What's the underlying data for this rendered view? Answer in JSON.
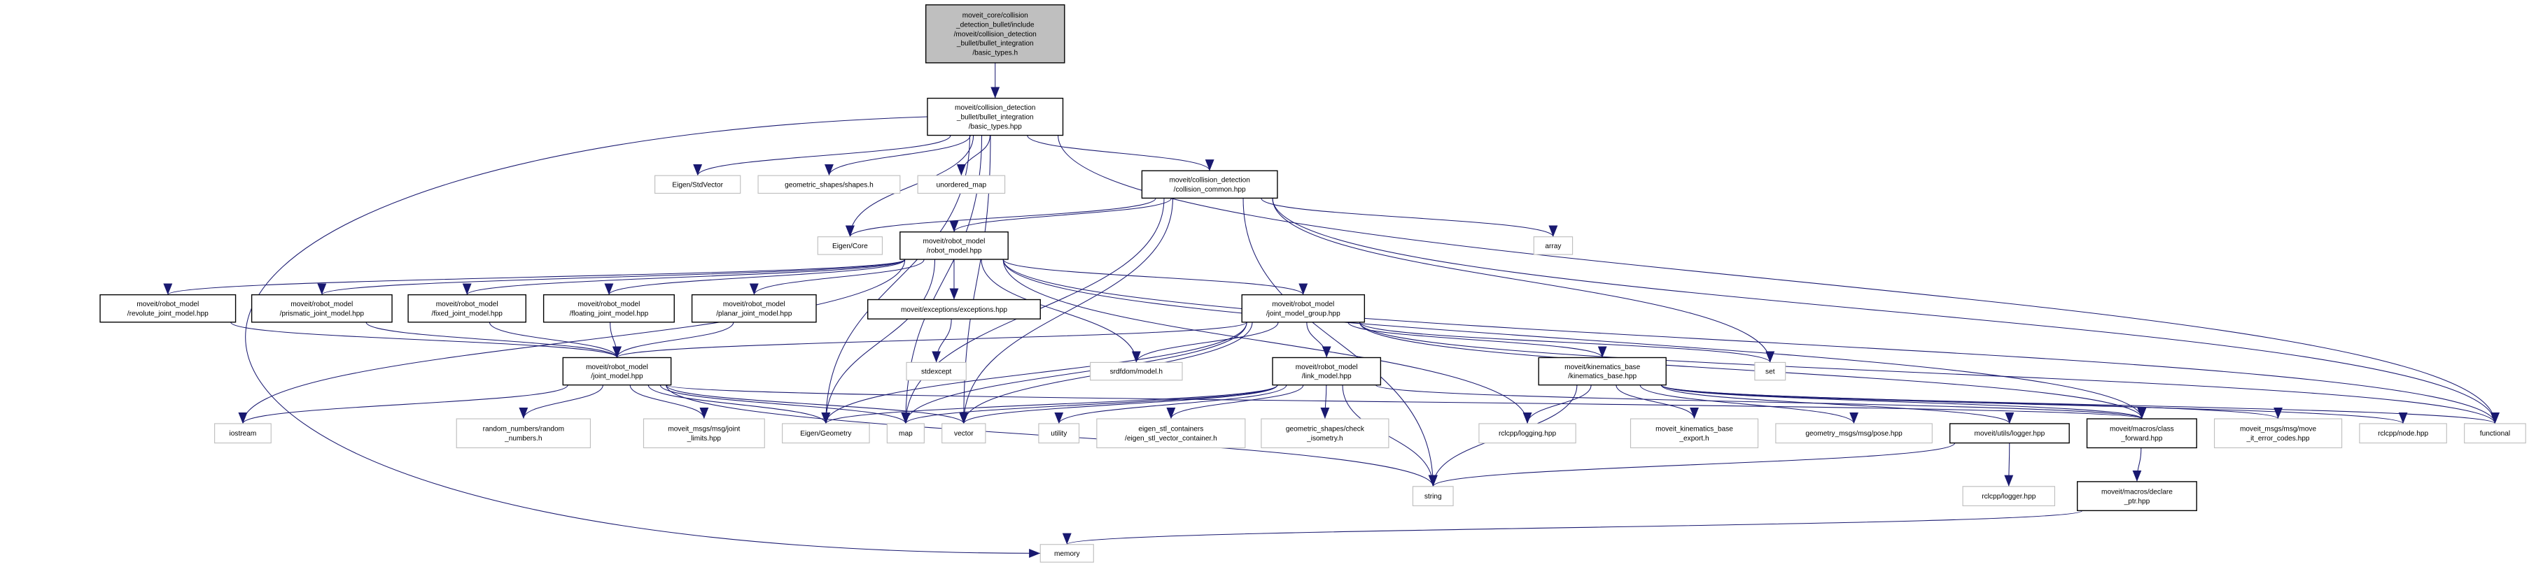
{
  "colors": {
    "edge": "#191970",
    "root_fill": "#bfbfbf",
    "border_black": "#000000",
    "border_gray": "#bfbfbf"
  },
  "nodes": [
    {
      "id": "root",
      "style": "root",
      "lines": [
        "moveit_core/collision",
        "_detection_bullet/include",
        "/moveit/collision_detection",
        "_bullet/bullet_integration",
        "/basic_types.h"
      ]
    },
    {
      "id": "basic_types",
      "style": "black",
      "lines": [
        "moveit/collision_detection",
        "_bullet/bullet_integration",
        "/basic_types.hpp"
      ]
    },
    {
      "id": "stdvector",
      "style": "gray",
      "lines": [
        "Eigen/StdVector"
      ]
    },
    {
      "id": "shapes",
      "style": "gray",
      "lines": [
        "geometric_shapes/shapes.h"
      ]
    },
    {
      "id": "unordered_map",
      "style": "gray",
      "lines": [
        "unordered_map"
      ]
    },
    {
      "id": "collision_common",
      "style": "black",
      "lines": [
        "moveit/collision_detection",
        "/collision_common.hpp"
      ]
    },
    {
      "id": "eigen_core",
      "style": "gray",
      "lines": [
        "Eigen/Core"
      ]
    },
    {
      "id": "robot_model",
      "style": "black",
      "lines": [
        "moveit/robot_model",
        "/robot_model.hpp"
      ]
    },
    {
      "id": "array",
      "style": "gray",
      "lines": [
        "array"
      ]
    },
    {
      "id": "revolute",
      "style": "black",
      "lines": [
        "moveit/robot_model",
        "/revolute_joint_model.hpp"
      ]
    },
    {
      "id": "prismatic",
      "style": "black",
      "lines": [
        "moveit/robot_model",
        "/prismatic_joint_model.hpp"
      ]
    },
    {
      "id": "fixed",
      "style": "black",
      "lines": [
        "moveit/robot_model",
        "/fixed_joint_model.hpp"
      ]
    },
    {
      "id": "floating",
      "style": "black",
      "lines": [
        "moveit/robot_model",
        "/floating_joint_model.hpp"
      ]
    },
    {
      "id": "planar",
      "style": "black",
      "lines": [
        "moveit/robot_model",
        "/planar_joint_model.hpp"
      ]
    },
    {
      "id": "exceptions",
      "style": "black",
      "lines": [
        "moveit/exceptions/exceptions.hpp"
      ]
    },
    {
      "id": "jmg",
      "style": "black",
      "lines": [
        "moveit/robot_model",
        "/joint_model_group.hpp"
      ]
    },
    {
      "id": "joint_model",
      "style": "black",
      "lines": [
        "moveit/robot_model",
        "/joint_model.hpp"
      ]
    },
    {
      "id": "stdexcept",
      "style": "gray",
      "lines": [
        "stdexcept"
      ]
    },
    {
      "id": "srdfdom",
      "style": "gray",
      "lines": [
        "srdfdom/model.h"
      ]
    },
    {
      "id": "set",
      "style": "gray",
      "lines": [
        "set"
      ]
    },
    {
      "id": "link_model",
      "style": "black",
      "lines": [
        "moveit/robot_model",
        "/link_model.hpp"
      ]
    },
    {
      "id": "kinematics_base",
      "style": "black",
      "lines": [
        "moveit/kinematics_base",
        "/kinematics_base.hpp"
      ]
    },
    {
      "id": "iostream",
      "style": "gray",
      "lines": [
        "iostream"
      ]
    },
    {
      "id": "random_numbers",
      "style": "gray",
      "lines": [
        "random_numbers/random",
        "_numbers.h"
      ]
    },
    {
      "id": "joint_limits",
      "style": "gray",
      "lines": [
        "moveit_msgs/msg/joint",
        "_limits.hpp"
      ]
    },
    {
      "id": "eigen_geometry",
      "style": "gray",
      "lines": [
        "Eigen/Geometry"
      ]
    },
    {
      "id": "map",
      "style": "gray",
      "lines": [
        "map"
      ]
    },
    {
      "id": "vector",
      "style": "gray",
      "lines": [
        "vector"
      ]
    },
    {
      "id": "utility",
      "style": "gray",
      "lines": [
        "utility"
      ]
    },
    {
      "id": "eigen_stl",
      "style": "gray",
      "lines": [
        "eigen_stl_containers",
        "/eigen_stl_vector_container.h"
      ]
    },
    {
      "id": "check_isometry",
      "style": "gray",
      "lines": [
        "geometric_shapes/check",
        "_isometry.h"
      ]
    },
    {
      "id": "rclcpp_logging",
      "style": "gray",
      "lines": [
        "rclcpp/logging.hpp"
      ]
    },
    {
      "id": "kb_export",
      "style": "gray",
      "lines": [
        "moveit_kinematics_base",
        "_export.h"
      ]
    },
    {
      "id": "pose",
      "style": "gray",
      "lines": [
        "geometry_msgs/msg/pose.hpp"
      ]
    },
    {
      "id": "utils_logger",
      "style": "black",
      "lines": [
        "moveit/utils/logger.hpp"
      ]
    },
    {
      "id": "class_forward",
      "style": "black",
      "lines": [
        "moveit/macros/class",
        "_forward.hpp"
      ]
    },
    {
      "id": "error_codes",
      "style": "gray",
      "lines": [
        "moveit_msgs/msg/move",
        "_it_error_codes.hpp"
      ]
    },
    {
      "id": "rclcpp_node",
      "style": "gray",
      "lines": [
        "rclcpp/node.hpp"
      ]
    },
    {
      "id": "functional",
      "style": "gray",
      "lines": [
        "functional"
      ]
    },
    {
      "id": "string",
      "style": "gray",
      "lines": [
        "string"
      ]
    },
    {
      "id": "rclcpp_logger",
      "style": "gray",
      "lines": [
        "rclcpp/logger.hpp"
      ]
    },
    {
      "id": "declare_ptr",
      "style": "black",
      "lines": [
        "moveit/macros/declare",
        "_ptr.hpp"
      ]
    },
    {
      "id": "memory",
      "style": "gray",
      "lines": [
        "memory"
      ]
    }
  ],
  "edges": [
    [
      "root",
      "basic_types"
    ],
    [
      "basic_types",
      "stdvector"
    ],
    [
      "basic_types",
      "shapes"
    ],
    [
      "basic_types",
      "unordered_map"
    ],
    [
      "basic_types",
      "collision_common"
    ],
    [
      "basic_types",
      "eigen_core"
    ],
    [
      "basic_types",
      "map"
    ],
    [
      "basic_types",
      "vector"
    ],
    [
      "basic_types",
      "memory"
    ],
    [
      "basic_types",
      "functional"
    ],
    [
      "basic_types",
      "eigen_geometry"
    ],
    [
      "collision_common",
      "robot_model"
    ],
    [
      "collision_common",
      "eigen_core"
    ],
    [
      "collision_common",
      "map"
    ],
    [
      "collision_common",
      "vector"
    ],
    [
      "collision_common",
      "string"
    ],
    [
      "collision_common",
      "array"
    ],
    [
      "collision_common",
      "set"
    ],
    [
      "collision_common",
      "functional"
    ],
    [
      "robot_model",
      "revolute"
    ],
    [
      "robot_model",
      "prismatic"
    ],
    [
      "robot_model",
      "fixed"
    ],
    [
      "robot_model",
      "floating"
    ],
    [
      "robot_model",
      "planar"
    ],
    [
      "robot_model",
      "exceptions"
    ],
    [
      "robot_model",
      "jmg"
    ],
    [
      "robot_model",
      "iostream"
    ],
    [
      "robot_model",
      "eigen_geometry"
    ],
    [
      "robot_model",
      "srdfdom"
    ],
    [
      "robot_model",
      "rclcpp_logging"
    ],
    [
      "robot_model",
      "class_forward"
    ],
    [
      "robot_model",
      "functional"
    ],
    [
      "revolute",
      "joint_model"
    ],
    [
      "prismatic",
      "joint_model"
    ],
    [
      "fixed",
      "joint_model"
    ],
    [
      "floating",
      "joint_model"
    ],
    [
      "planar",
      "joint_model"
    ],
    [
      "exceptions",
      "stdexcept"
    ],
    [
      "jmg",
      "joint_model"
    ],
    [
      "jmg",
      "srdfdom"
    ],
    [
      "jmg",
      "link_model"
    ],
    [
      "jmg",
      "kinematics_base"
    ],
    [
      "jmg",
      "set"
    ],
    [
      "jmg",
      "functional"
    ],
    [
      "jmg",
      "class_forward"
    ],
    [
      "jmg",
      "map"
    ],
    [
      "jmg",
      "vector"
    ],
    [
      "jmg",
      "eigen_geometry"
    ],
    [
      "joint_model",
      "iostream"
    ],
    [
      "joint_model",
      "random_numbers"
    ],
    [
      "joint_model",
      "joint_limits"
    ],
    [
      "joint_model",
      "eigen_geometry"
    ],
    [
      "joint_model",
      "map"
    ],
    [
      "joint_model",
      "vector"
    ],
    [
      "joint_model",
      "string"
    ],
    [
      "joint_model",
      "class_forward"
    ],
    [
      "link_model",
      "map"
    ],
    [
      "link_model",
      "vector"
    ],
    [
      "link_model",
      "utility"
    ],
    [
      "link_model",
      "eigen_stl"
    ],
    [
      "link_model",
      "check_isometry"
    ],
    [
      "link_model",
      "string"
    ],
    [
      "link_model",
      "eigen_geometry"
    ],
    [
      "link_model",
      "class_forward"
    ],
    [
      "kinematics_base",
      "rclcpp_logging"
    ],
    [
      "kinematics_base",
      "kb_export"
    ],
    [
      "kinematics_base",
      "pose"
    ],
    [
      "kinematics_base",
      "utils_logger"
    ],
    [
      "kinematics_base",
      "class_forward"
    ],
    [
      "kinematics_base",
      "error_codes"
    ],
    [
      "kinematics_base",
      "rclcpp_node"
    ],
    [
      "kinematics_base",
      "functional"
    ],
    [
      "kinematics_base",
      "string"
    ],
    [
      "utils_logger",
      "rclcpp_logger"
    ],
    [
      "utils_logger",
      "string"
    ],
    [
      "class_forward",
      "declare_ptr"
    ],
    [
      "declare_ptr",
      "memory"
    ]
  ]
}
